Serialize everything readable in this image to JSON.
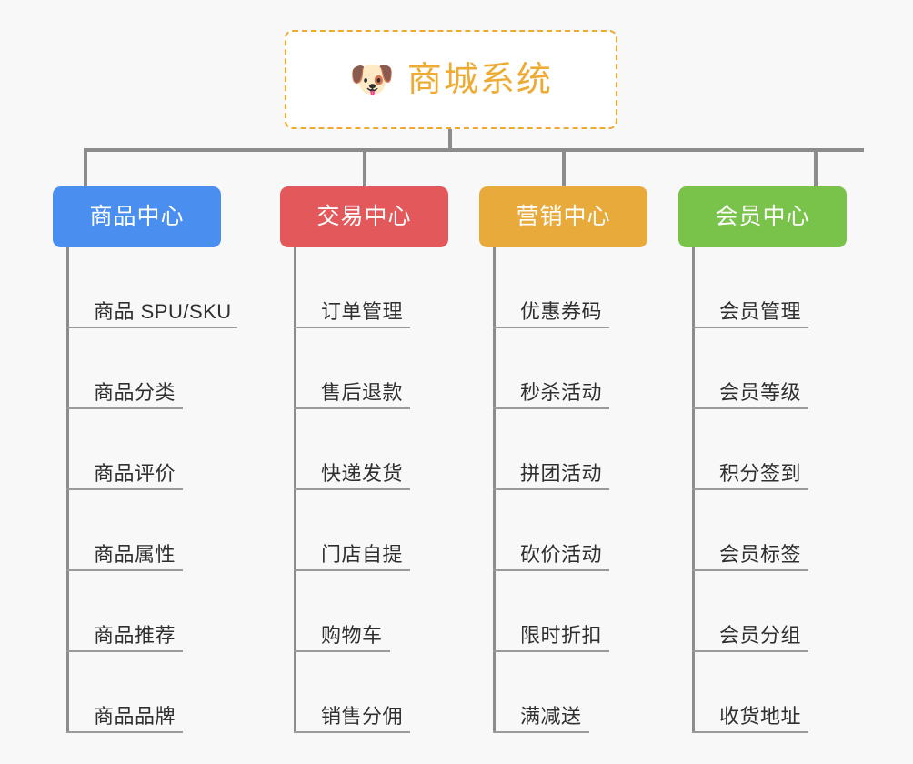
{
  "canvas": {
    "background": "#f8f8f8",
    "connector_color": "#8c8c8c"
  },
  "root": {
    "icon": "dog-face-emoji",
    "icon_glyph": "🐶",
    "title": "商城系统",
    "text_color": "#eeab34",
    "border_color": "#efa92e",
    "background": "#ffffff"
  },
  "categories": [
    {
      "id": "product-center",
      "label": "商品中心",
      "color": "#4a8ef0",
      "items": [
        "商品 SPU/SKU",
        "商品分类",
        "商品评价",
        "商品属性",
        "商品推荐",
        "商品品牌"
      ]
    },
    {
      "id": "trade-center",
      "label": "交易中心",
      "color": "#e3585a",
      "items": [
        "订单管理",
        "售后退款",
        "快递发货",
        "门店自提",
        "购物车",
        "销售分佣"
      ]
    },
    {
      "id": "marketing-center",
      "label": "营销中心",
      "color": "#e8aa3b",
      "items": [
        "优惠券码",
        "秒杀活动",
        "拼团活动",
        "砍价活动",
        "限时折扣",
        "满减送"
      ]
    },
    {
      "id": "member-center",
      "label": "会员中心",
      "color": "#7ac34a",
      "items": [
        "会员管理",
        "会员等级",
        "积分签到",
        "会员标签",
        "会员分组",
        "收货地址"
      ]
    }
  ]
}
